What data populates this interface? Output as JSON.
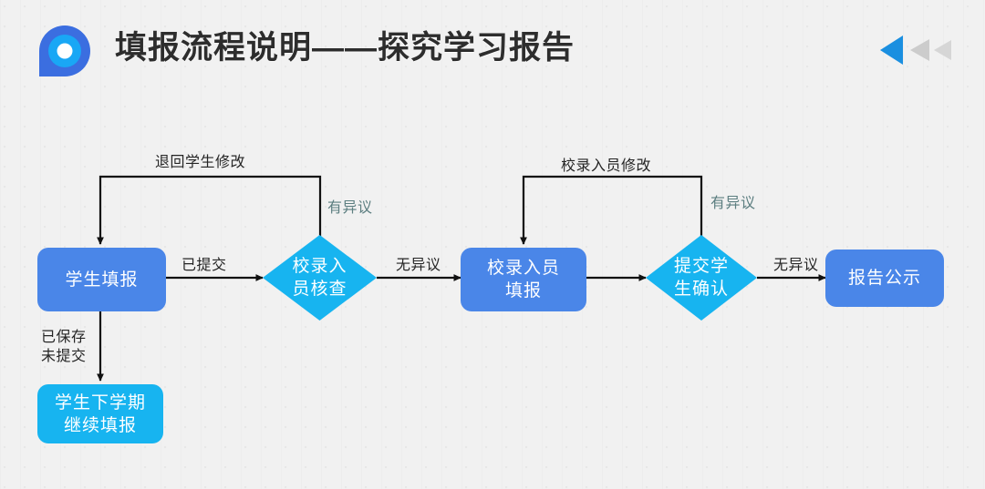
{
  "header": {
    "title": "填报流程说明——探究学习报告",
    "logo_icon": "droplet-ring-logo-icon",
    "decoration": {
      "name": "triple-left-chevron-decoration",
      "arrows": [
        {
          "icon": "left-triangle-icon",
          "color": "#1a8fe0"
        },
        {
          "icon": "left-triangle-icon",
          "color": "#cccccc"
        },
        {
          "icon": "left-triangle-icon",
          "color": "#d8d8d8"
        }
      ]
    }
  },
  "theme": {
    "background": "#f1f1f1",
    "node_blue": "#4a86e8",
    "node_cyan": "#17b4f0",
    "edge_color": "#111111",
    "label_color": "#252525",
    "label_teal": "#5c7e80",
    "title_color": "#2d2d2d"
  },
  "chart_data": {
    "type": "diagram",
    "title": "填报流程说明——探究学习报告",
    "nodes": [
      {
        "id": "n1",
        "label": "学生填报",
        "shape": "box",
        "color": "#4a86e8"
      },
      {
        "id": "n2",
        "label": "校录入\n员核查",
        "shape": "diamond",
        "color": "#17b4f0"
      },
      {
        "id": "n3",
        "label": "校录入员\n填报",
        "shape": "box",
        "color": "#4a86e8"
      },
      {
        "id": "n4",
        "label": "提交学\n生确认",
        "shape": "diamond",
        "color": "#17b4f0"
      },
      {
        "id": "n5",
        "label": "报告公示",
        "shape": "box",
        "color": "#4a86e8"
      },
      {
        "id": "n6",
        "label": "学生下学期\n继续填报",
        "shape": "box",
        "color": "#17b4f0"
      }
    ],
    "edges": [
      {
        "from": "n1",
        "to": "n2",
        "label": "已提交"
      },
      {
        "from": "n2",
        "to": "n3",
        "label": "无异议"
      },
      {
        "from": "n2",
        "to": "n1",
        "label": "退回学生修改",
        "secondary_label": "有异议"
      },
      {
        "from": "n3",
        "to": "n4",
        "label": ""
      },
      {
        "from": "n4",
        "to": "n5",
        "label": "无异议"
      },
      {
        "from": "n4",
        "to": "n3",
        "label": "校录入员修改",
        "secondary_label": "有异议"
      },
      {
        "from": "n1",
        "to": "n6",
        "label": "已保存\n未提交"
      }
    ]
  },
  "nodes": {
    "student_fill": {
      "line1": "学生填报"
    },
    "school_review": {
      "line1": "校录入",
      "line2": "员核查"
    },
    "school_fill": {
      "line1": "校录入员",
      "line2": "填报"
    },
    "student_confirm": {
      "line1": "提交学",
      "line2": "生确认"
    },
    "report_publish": {
      "line1": "报告公示"
    },
    "next_term": {
      "line1": "学生下学期",
      "line2": "继续填报"
    }
  },
  "labels": {
    "submitted": "已提交",
    "no_objection_1": "无异议",
    "no_objection_2": "无异议",
    "return_to_student": "退回学生修改",
    "objection_1": "有异议",
    "recorder_modify": "校录入员修改",
    "objection_2": "有异议",
    "saved_line1": "已保存",
    "saved_line2": "未提交"
  }
}
